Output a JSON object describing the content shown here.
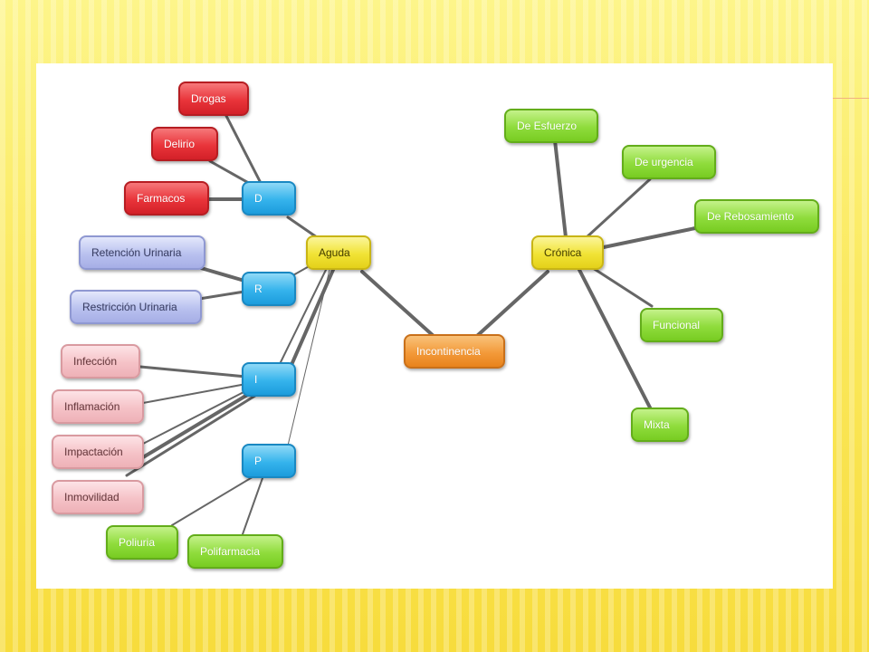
{
  "diagram": {
    "center": "Incontinencia",
    "branches": {
      "aguda": "Aguda",
      "cronica": "Crónica"
    },
    "groups": {
      "d": "D",
      "r": "R",
      "i": "I",
      "p": "P"
    },
    "d_items": [
      "Drogas",
      "Delirio",
      "Farmacos"
    ],
    "r_items": [
      "Retención Urinaria",
      "Restricción Urinaria"
    ],
    "i_items": [
      "Infección",
      "Inflamación",
      "Impactación",
      "Inmovilidad"
    ],
    "p_items": [
      "Poliuria",
      "Polifarmacia"
    ],
    "cronica_items": [
      "De Esfuerzo",
      "De urgencia",
      "De Rebosamiento",
      "Funcional",
      "Mixta"
    ]
  },
  "colors": {
    "red": "#e9343a",
    "blue": "#35b3ec",
    "yellow": "#f1e335",
    "orange": "#f39a3a",
    "lavender": "#b9c1ef",
    "pink": "#f5c2c7",
    "green": "#8fdc3c",
    "link": "#666666",
    "slide_background": "#fdf377"
  }
}
